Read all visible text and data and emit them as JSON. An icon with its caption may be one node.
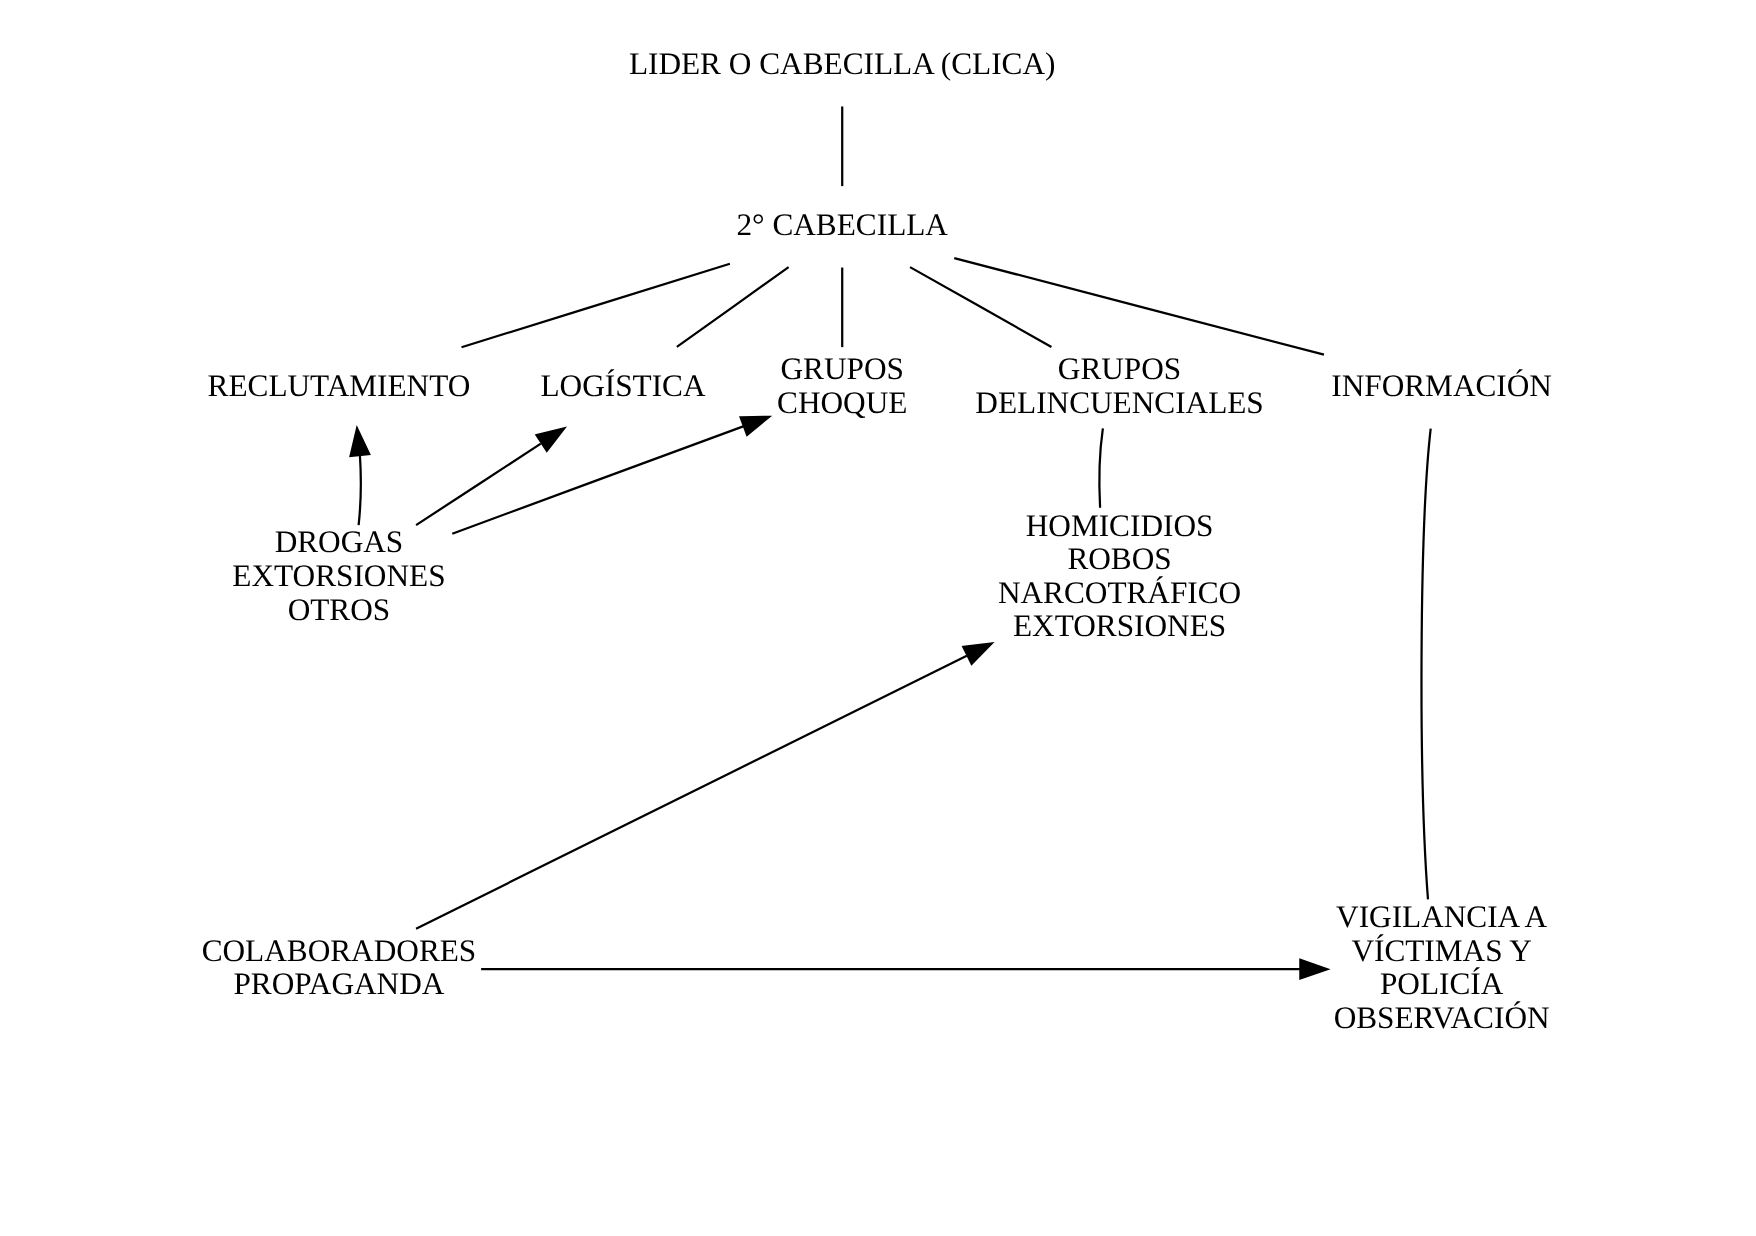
{
  "diagram": {
    "nodes": [
      {
        "text": [
          "LIDER O CABECILLA (CLICA)"
        ]
      },
      {
        "text": [
          "2° CABECILLA"
        ]
      },
      {
        "text": [
          "RECLUTAMIENTO"
        ]
      },
      {
        "text": [
          "LOGÍSTICA"
        ]
      },
      {
        "text": [
          "GRUPOS CHOQUE"
        ]
      },
      {
        "text": [
          "GRUPOS DELINCUENCIALES"
        ]
      },
      {
        "text": [
          "INFORMACIÓN"
        ]
      },
      {
        "text": [
          "HOMICIDIOS ROBOS NARCOTRÁFICO EXTORSIONES"
        ]
      },
      {
        "text": [
          "DROGAS EXTORSIONES OTROS"
        ]
      },
      {
        "text": [
          "COLABORADORES PROPAGANDA"
        ]
      },
      {
        "text": [
          "VIGILANCIA A VÍCTIMAS Y POLICÍA OBSERVACIÓN"
        ]
      }
    ],
    "edges": [
      {
        "from": 0,
        "to": 1,
        "arrow": "none"
      },
      {
        "from": 1,
        "to": 2,
        "arrow": "none"
      },
      {
        "from": 1,
        "to": 3,
        "arrow": "none"
      },
      {
        "from": 1,
        "to": 4,
        "arrow": "none"
      },
      {
        "from": 1,
        "to": 5,
        "arrow": "none"
      },
      {
        "from": 1,
        "to": 6,
        "arrow": "none"
      },
      {
        "from": 5,
        "to": 7,
        "arrow": "none"
      },
      {
        "from": 6,
        "to": 10,
        "arrow": "none"
      },
      {
        "from": 8,
        "to": 2,
        "arrow": "to"
      },
      {
        "from": 8,
        "to": 3,
        "arrow": "to"
      },
      {
        "from": 8,
        "to": 4,
        "arrow": "to"
      },
      {
        "from": 9,
        "to": 7,
        "arrow": "to"
      },
      {
        "from": 9,
        "to": 10,
        "arrow": "to"
      }
    ]
  }
}
